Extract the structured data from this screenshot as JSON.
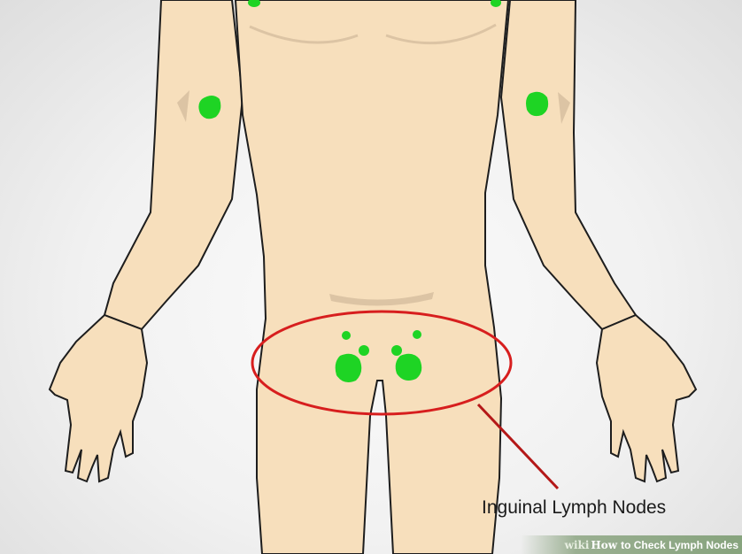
{
  "illustration": {
    "subject": "lower-body-front-view",
    "colors": {
      "skin": "#f7dfbc",
      "outline": "#1d1d1d",
      "shadow": "#dcc4a4",
      "lymph_node": "#1ed424",
      "highlight_ring": "#d71e1e",
      "background": "#efefef"
    }
  },
  "callout": {
    "label": "Inguinal Lymph Nodes"
  },
  "watermark": {
    "brand_prefix": "wiki",
    "brand_suffix": "How",
    "title": "to Check Lymph Nodes"
  }
}
